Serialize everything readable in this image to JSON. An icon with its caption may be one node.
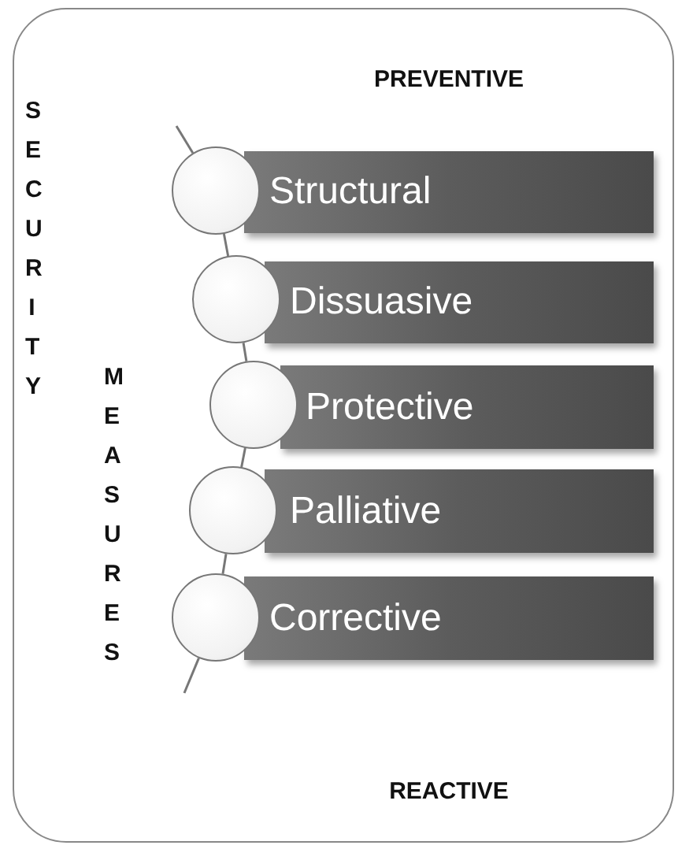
{
  "diagram": {
    "nodes": [
      {
        "text": [],
        "shape": "circle"
      },
      {
        "text": [
          "Structural"
        ]
      },
      {
        "text": [],
        "shape": "circle"
      },
      {
        "text": [
          "Dissuasive"
        ]
      },
      {
        "text": [],
        "shape": "circle"
      },
      {
        "text": [
          "Protective"
        ]
      },
      {
        "text": [],
        "shape": "circle"
      },
      {
        "text": [
          "Palliative"
        ]
      },
      {
        "text": [],
        "shape": "circle"
      },
      {
        "text": [
          "Corrective"
        ]
      }
    ],
    "edges": [
      {
        "from": null,
        "to": 0,
        "arrow": "none"
      },
      {
        "from": 0,
        "to": 2,
        "arrow": "none"
      },
      {
        "from": 2,
        "to": 4,
        "arrow": "none"
      },
      {
        "from": 4,
        "to": 6,
        "arrow": "none"
      },
      {
        "from": 6,
        "to": 8,
        "arrow": "none"
      },
      {
        "from": 8,
        "to": null,
        "arrow": "none"
      }
    ],
    "labels": [
      "PREVENTIVE",
      "SECURITY",
      "MEASURES",
      "REACTIVE"
    ]
  }
}
